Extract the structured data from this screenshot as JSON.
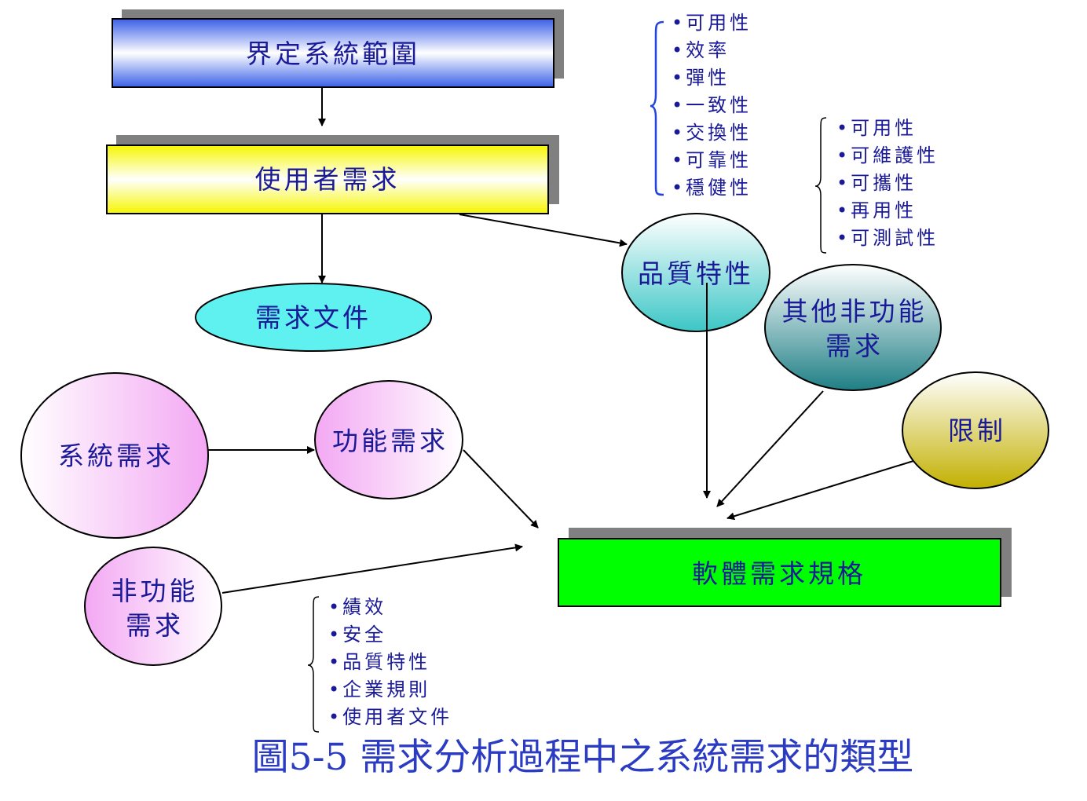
{
  "nodes": {
    "define_scope": "界定系統範圍",
    "user_requirements": "使用者需求",
    "requirements_document": "需求文件",
    "quality_attributes": "品質特性",
    "other_nonfunctional_line1": "其他非功能",
    "other_nonfunctional_line2": "需求",
    "constraints": "限制",
    "system_requirements": "系統需求",
    "functional_requirements": "功能需求",
    "nonfunctional_line1": "非功能",
    "nonfunctional_line2": "需求",
    "software_requirements_spec": "軟體需求規格"
  },
  "lists": {
    "quality_list": [
      "•可用性",
      "•效率",
      "•彈性",
      "•一致性",
      "•交換性",
      "•可靠性",
      "•穩健性"
    ],
    "other_list": [
      "•可用性",
      "•可維護性",
      "•可攜性",
      "•再用性",
      "•可測試性"
    ],
    "nonfunctional_list": [
      "•績效",
      "•安全",
      "•品質特性",
      "•企業規則",
      "•使用者文件"
    ]
  },
  "caption": "圖5-5 需求分析過程中之系統需求的類型",
  "colors": {
    "text": "#1a1a99",
    "caption": "#2b3cc2",
    "spec_box": "#00ff00",
    "shadow": "#808080"
  }
}
